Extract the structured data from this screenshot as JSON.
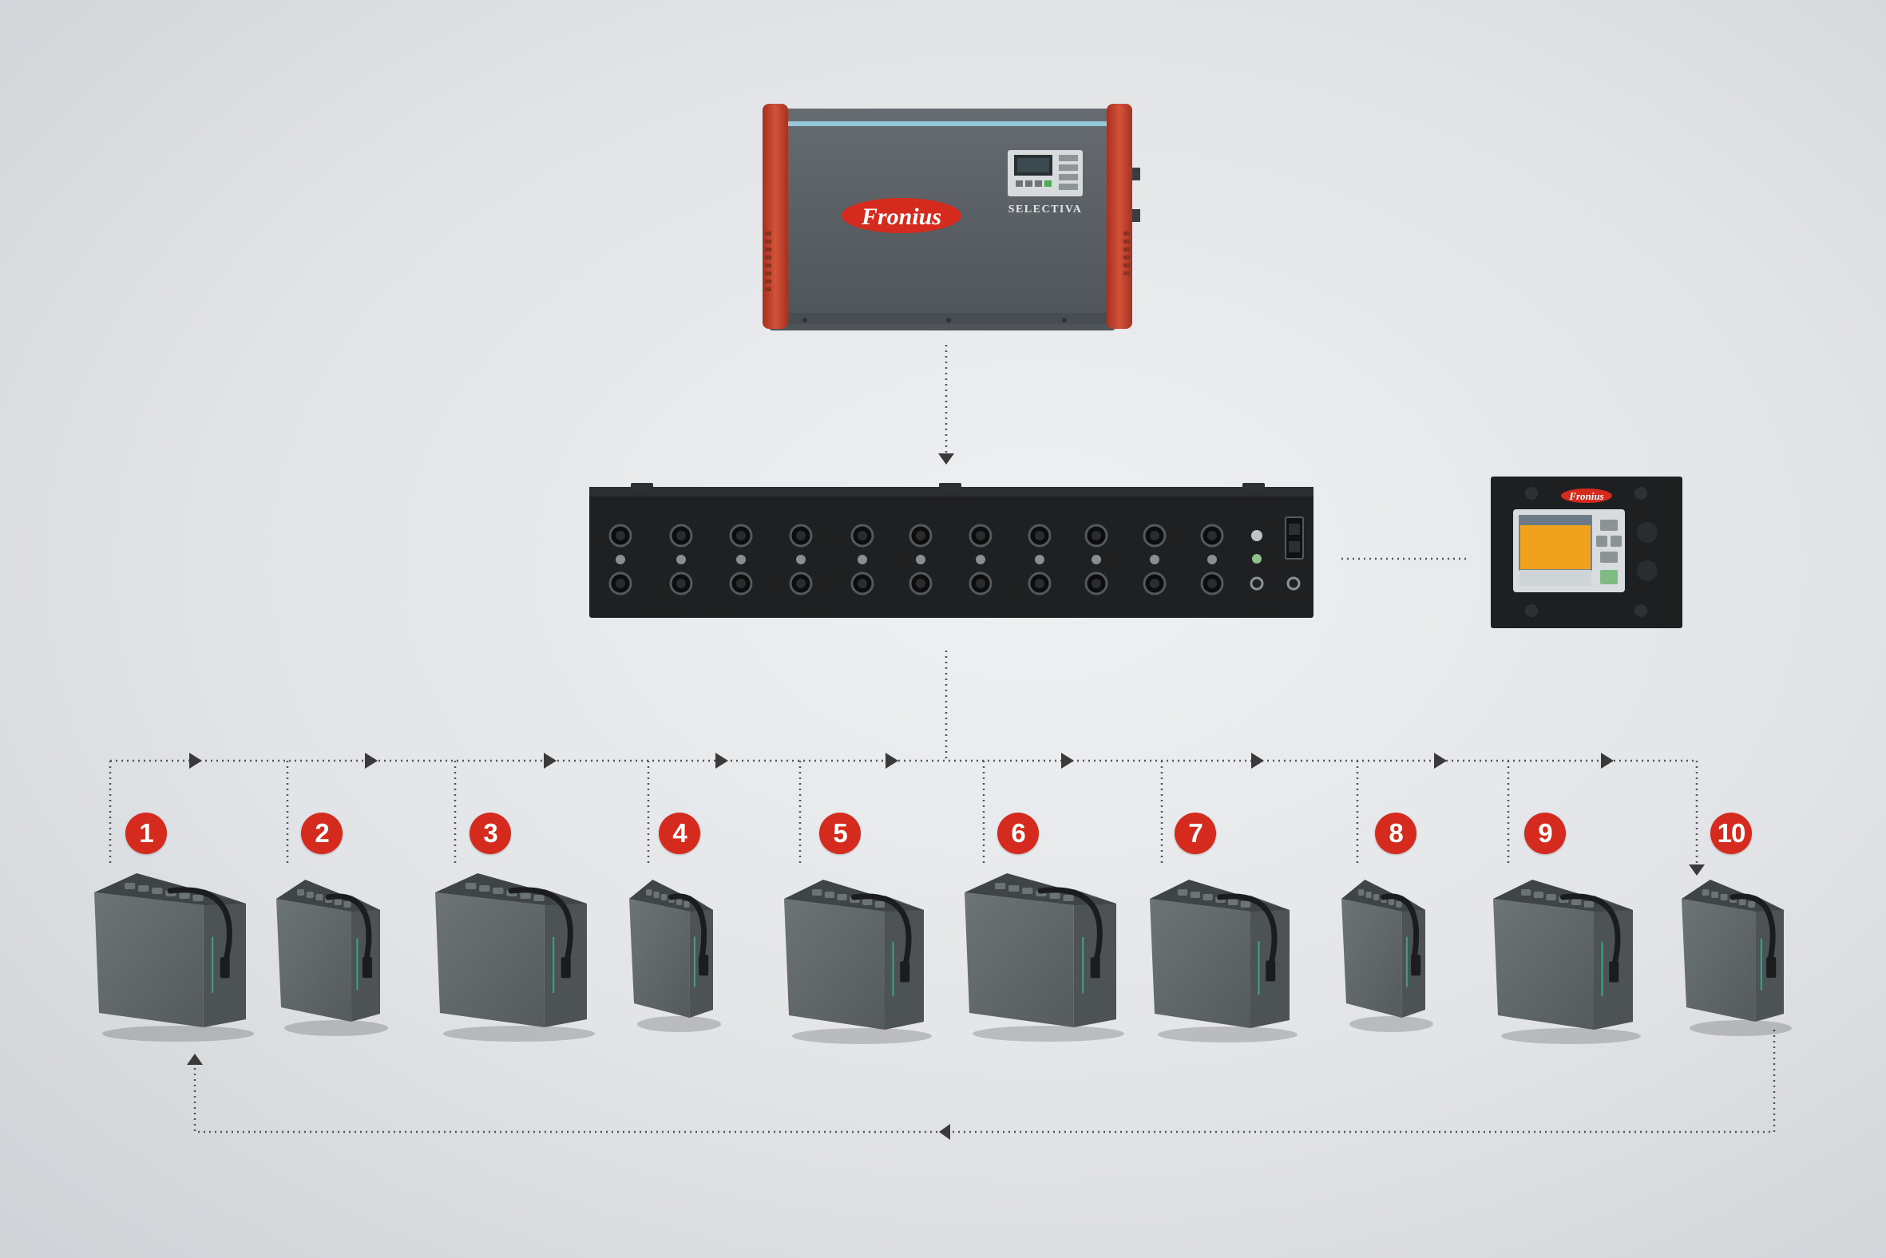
{
  "charger": {
    "brand": "Fronius",
    "model": "SELECTIVA"
  },
  "controller": {
    "brand": "Fronius"
  },
  "batteries": [
    {
      "number": "1",
      "size": "large"
    },
    {
      "number": "2",
      "size": "medium"
    },
    {
      "number": "3",
      "size": "large"
    },
    {
      "number": "4",
      "size": "small"
    },
    {
      "number": "5",
      "size": "medium"
    },
    {
      "number": "6",
      "size": "large"
    },
    {
      "number": "7",
      "size": "medium"
    },
    {
      "number": "8",
      "size": "small"
    },
    {
      "number": "9",
      "size": "medium"
    },
    {
      "number": "10",
      "size": "medium"
    }
  ],
  "colors": {
    "accent_red": "#d52b1e",
    "charger_body": "#5b6166",
    "charger_frame": "#c9452e",
    "module_black": "#1d1f21",
    "battery_gray": "#5f6667",
    "screen_orange": "#f0a21f",
    "connector_line": "#555555"
  }
}
